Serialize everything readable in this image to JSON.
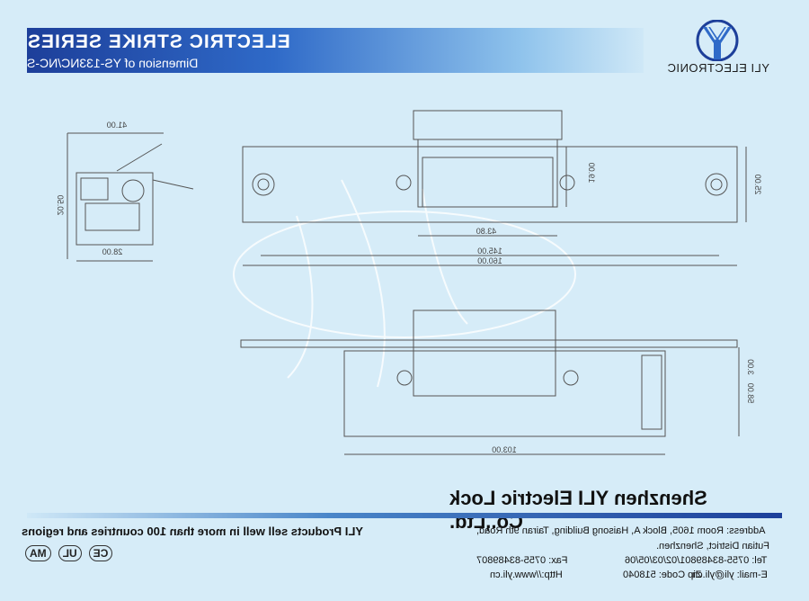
{
  "header": {
    "title": "ELECTRIC STRIKE SERIES",
    "subtitle": "Dimension of YS-133NC/NC-S"
  },
  "logo": {
    "text": "YLI ELECTRONIC",
    "icon": "yli-logo-icon"
  },
  "drawing": {
    "side_view": {
      "width_label": "41.00",
      "height_label": "20.50",
      "bottom_label": "28.00"
    },
    "top_view": {
      "label_43": "43.80",
      "label_145": "145.00",
      "label_160": "160.00",
      "label_19": "19.00",
      "label_25": "25.00"
    },
    "bottom_view": {
      "label_103": "103.00",
      "label_3": "3.00",
      "label_58": "58.00"
    },
    "watermark_text": "yli"
  },
  "company": {
    "name": "Shenzhen YLI Electric Lock Co.,Ltd.",
    "tagline": "YLI Products sell well in more than 100 countries and regions"
  },
  "contact": {
    "address_line1": "Address: Room 1605, Block A, Haisong Building, Tairan 9th Road,",
    "address_line2": "Futian District, Shenzhen.",
    "tel": "Tel: 0755-83489801/02/03/05/06",
    "fax": "Fax: 0755-83489807",
    "email": "E-mail: yli@yli.cn",
    "zip": "Zip Code: 518040",
    "web": "Http://www.yli.cn"
  },
  "certifications": [
    "CE",
    "UL",
    "MA"
  ],
  "colors": {
    "banner_dark": "#1d3f9a",
    "background": "#d6ecf8",
    "line": "#555555"
  }
}
